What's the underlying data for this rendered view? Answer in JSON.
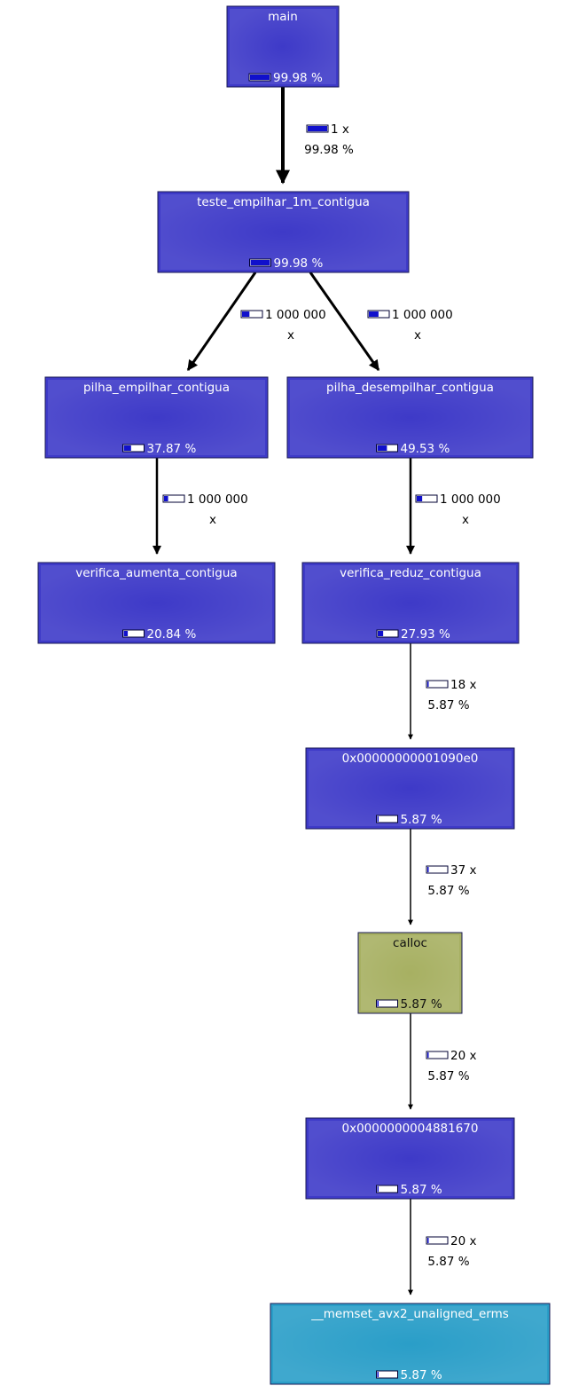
{
  "graph": {
    "nodes": [
      {
        "id": "n_main",
        "name": "main",
        "percent_label": "99.98 %",
        "fraction": 0.9998,
        "color": "#3e3ac8",
        "text_color": "light"
      },
      {
        "id": "n_teste",
        "name": "teste_empilhar_1m_contigua",
        "percent_label": "99.98 %",
        "fraction": 0.9998,
        "color": "#3e3ac8",
        "text_color": "light"
      },
      {
        "id": "n_emp",
        "name": "pilha_empilhar_contigua",
        "percent_label": "37.87 %",
        "fraction": 0.3787,
        "color": "#3e3ac8",
        "text_color": "light"
      },
      {
        "id": "n_desemp",
        "name": "pilha_desempilhar_contigua",
        "percent_label": "49.53 %",
        "fraction": 0.4953,
        "color": "#3e3ac8",
        "text_color": "light"
      },
      {
        "id": "n_aumenta",
        "name": "verifica_aumenta_contigua",
        "percent_label": "20.84 %",
        "fraction": 0.2084,
        "color": "#3e3ac8",
        "text_color": "light"
      },
      {
        "id": "n_reduz",
        "name": "verifica_reduz_contigua",
        "percent_label": "27.93 %",
        "fraction": 0.2793,
        "color": "#3e3ac8",
        "text_color": "light"
      },
      {
        "id": "n_addr1",
        "name": "0x00000000001090e0",
        "percent_label": "5.87 %",
        "fraction": 0.0587,
        "color": "#3e3ac8",
        "text_color": "light"
      },
      {
        "id": "n_calloc",
        "name": "calloc",
        "percent_label": "5.87 %",
        "fraction": 0.0587,
        "color": "#a7b062",
        "text_color": "dark"
      },
      {
        "id": "n_addr2",
        "name": "0x0000000004881670",
        "percent_label": "5.87 %",
        "fraction": 0.0587,
        "color": "#3e3ac8",
        "text_color": "light"
      },
      {
        "id": "n_memset",
        "name": "__memset_avx2_unaligned_erms",
        "percent_label": "5.87 %",
        "fraction": 0.0587,
        "color": "#2a9ec8",
        "text_color": "light"
      }
    ],
    "edges": [
      {
        "from": "n_main",
        "to": "n_teste",
        "calls_label": "1 x",
        "calls_label_2": "",
        "percent_label": "99.98 %",
        "fraction": 0.9998
      },
      {
        "from": "n_teste",
        "to": "n_emp",
        "calls_label": "1 000 000",
        "calls_label_2": "x",
        "percent_label": "",
        "fraction": 0.3787
      },
      {
        "from": "n_teste",
        "to": "n_desemp",
        "calls_label": "1 000 000",
        "calls_label_2": "x",
        "percent_label": "",
        "fraction": 0.4953
      },
      {
        "from": "n_emp",
        "to": "n_aumenta",
        "calls_label": "1 000 000",
        "calls_label_2": "x",
        "percent_label": "",
        "fraction": 0.2084
      },
      {
        "from": "n_desemp",
        "to": "n_reduz",
        "calls_label": "1 000 000",
        "calls_label_2": "x",
        "percent_label": "",
        "fraction": 0.2793
      },
      {
        "from": "n_reduz",
        "to": "n_addr1",
        "calls_label": "18 x",
        "calls_label_2": "",
        "percent_label": "5.87 %",
        "fraction": 0.0587
      },
      {
        "from": "n_addr1",
        "to": "n_calloc",
        "calls_label": "37 x",
        "calls_label_2": "",
        "percent_label": "5.87 %",
        "fraction": 0.0587
      },
      {
        "from": "n_calloc",
        "to": "n_addr2",
        "calls_label": "20 x",
        "calls_label_2": "",
        "percent_label": "5.87 %",
        "fraction": 0.0587
      },
      {
        "from": "n_addr2",
        "to": "n_memset",
        "calls_label": "20 x",
        "calls_label_2": "",
        "percent_label": "5.87 %",
        "fraction": 0.0587
      }
    ]
  }
}
